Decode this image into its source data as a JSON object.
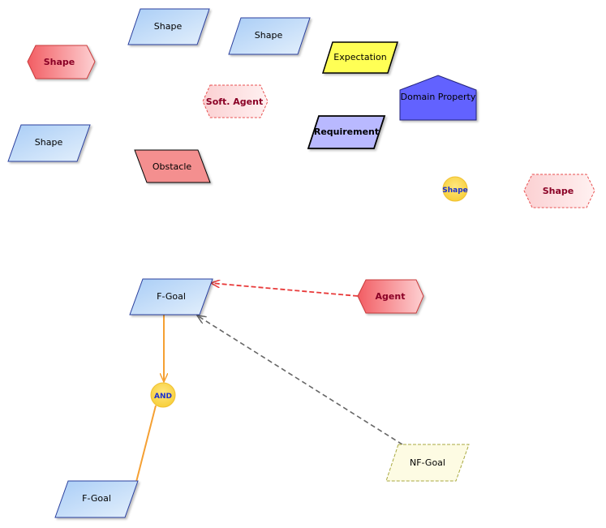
{
  "nodes": {
    "shape_para_1": "Shape",
    "shape_para_2": "Shape",
    "shape_para_3": "Shape",
    "shape_hex_1": "Shape",
    "soft_agent": "Soft. Agent",
    "obstacle": "Obstacle",
    "expectation": "Expectation",
    "requirement": "Requirement",
    "domain_property": "Domain Property",
    "shape_circle": "Shape",
    "shape_hex_2": "Shape",
    "fgoal_top": "F-Goal",
    "agent": "Agent",
    "and": "AND",
    "nfgoal": "NF-Goal",
    "fgoal_bottom": "F-Goal"
  },
  "colors": {
    "goal_fill": "#b9d9f7",
    "goal_stroke": "#2b3f9e",
    "agent_fill": "#f47c80",
    "soft_agent_fill": "#fde3e3",
    "obstacle_fill": "#f48f8f",
    "expectation_fill": "#ffff55",
    "requirement_fill": "#b9b9ff",
    "domain_property_fill": "#6262ff",
    "and_fill": "#ffd84a",
    "nfgoal_fill": "#fdfbe3",
    "agent_link": "#e83a3a",
    "and_link": "#f5a033",
    "soft_link": "#666666"
  }
}
